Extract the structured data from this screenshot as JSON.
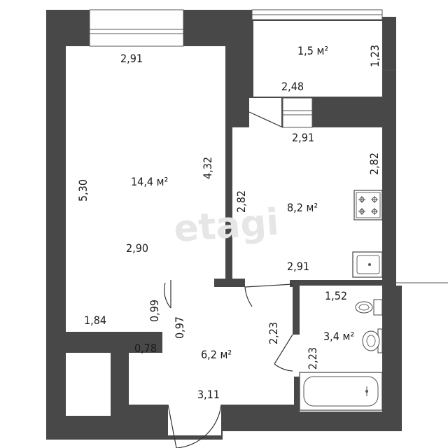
{
  "watermark": "etagi",
  "rooms": {
    "main_room": {
      "area": "14,4 м²",
      "width_top": "2,91",
      "height_left": "5,30",
      "height_right": "4,32",
      "width_mid": "2,90",
      "width_bottom": "1,84",
      "niche": "0,99"
    },
    "balcony": {
      "area": "1,5 м²",
      "width": "2,48",
      "height": "1,23"
    },
    "kitchen": {
      "area": "8,2 м²",
      "width_top": "2,91",
      "height_left": "2,82",
      "height_right": "2,82",
      "width_bottom": "2,91"
    },
    "hall": {
      "area": "6,2 м²",
      "side_a": "0,97",
      "side_b": "0,78",
      "side_c": "2,23",
      "width_bottom": "3,11"
    },
    "bathroom": {
      "area": "3,4 м²",
      "width": "1,52",
      "height": "2,23"
    }
  }
}
